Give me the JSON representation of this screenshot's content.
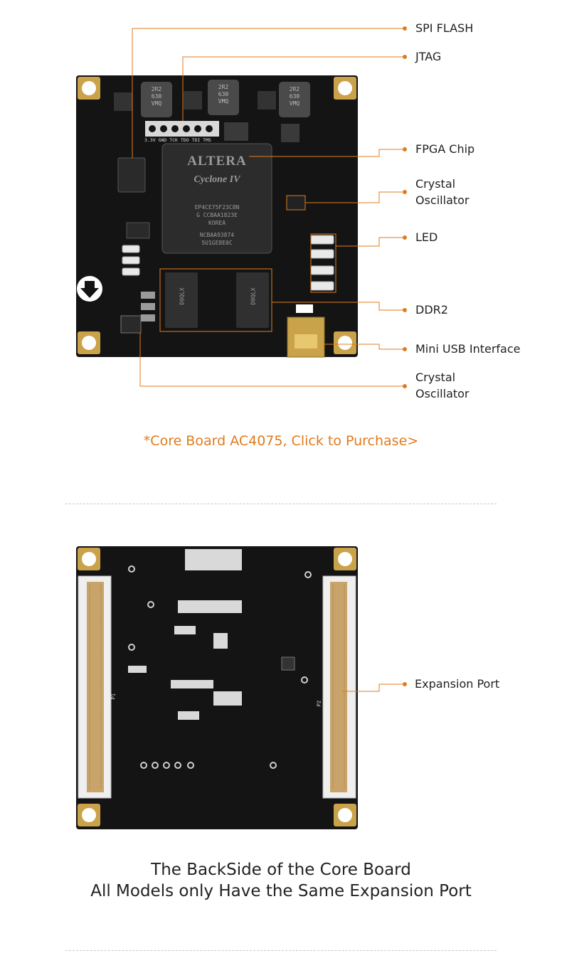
{
  "front_board": {
    "components": {
      "chip_brand": "ALTERA",
      "chip_family": "Cyclone IV",
      "chip_lines": [
        "EP4CE75F23C8N",
        "G CCBAA1823E",
        "KOREA",
        "NCBAA93874",
        "5U1GE8E0C"
      ],
      "inductor_text": "2R2",
      "inductor_code": "630",
      "inductor_brand": "VMQ",
      "jtag_pin_labels": "3.3V GND TCK TDO TDI TMS",
      "ddr_text": "D9QLX"
    },
    "callouts": [
      {
        "lines": [
          "SPI FLASH"
        ]
      },
      {
        "lines": [
          "JTAG"
        ]
      },
      {
        "lines": [
          "FPGA Chip"
        ]
      },
      {
        "lines": [
          "Crystal",
          "Oscillator"
        ]
      },
      {
        "lines": [
          "LED"
        ]
      },
      {
        "lines": [
          "DDR2"
        ]
      },
      {
        "lines": [
          "Mini USB Interface"
        ]
      },
      {
        "lines": [
          "Crystal",
          "Oscillator"
        ]
      }
    ],
    "purchase_link": "*Core Board AC4075, Click to Purchase>"
  },
  "back_board": {
    "callouts": [
      {
        "lines": [
          "Expansion Port"
        ]
      }
    ],
    "connector_labels": [
      "P1",
      "P2"
    ],
    "caption_line1": "The BackSide of the Core Board",
    "caption_line2": "All Models only Have the Same Expansion Port"
  },
  "colors": {
    "accent": "#e07b1f",
    "pcb": "#141414",
    "gold": "#c9a24a",
    "text": "#222222"
  }
}
